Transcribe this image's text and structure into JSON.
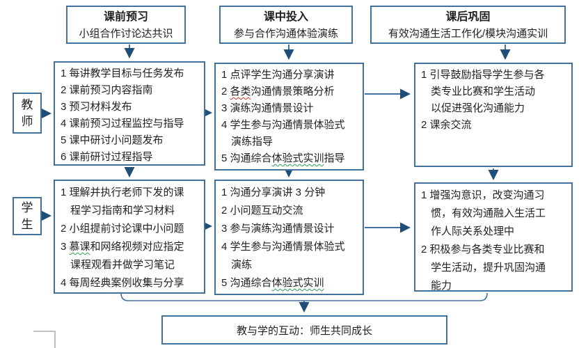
{
  "colors": {
    "box_border": "#41719c",
    "arrow_shaft": "#41719c",
    "arrow_head": "#1f4e79",
    "text": "#1f1f1f",
    "spellcheck_green": "#2e9e4f",
    "spellcheck_red": "#d93025",
    "fragment_gray": "#bfbfbf"
  },
  "headers": [
    {
      "title": "课前预习",
      "subtitle": "小组合作讨论达共识"
    },
    {
      "title": "课中投入",
      "subtitle": "参与合作沟通体验演练"
    },
    {
      "title": "课后巩固",
      "subtitle": "有效沟通生活工作化/模块沟通实训"
    }
  ],
  "row_labels": {
    "teacher": "教\n师",
    "student": "学\n生"
  },
  "teacher_cells": [
    {
      "lines": [
        {
          "segs": [
            {
              "t": "1 每讲教学目标与任务发布"
            }
          ]
        },
        {
          "segs": [
            {
              "t": "2 课前预习内容指南"
            }
          ]
        },
        {
          "segs": [
            {
              "t": "3 预习材料发布"
            }
          ]
        },
        {
          "segs": [
            {
              "t": "4 课前预习过程监控与指导"
            }
          ]
        },
        {
          "segs": [
            {
              "t": "5 课中研讨小问题发布"
            }
          ]
        },
        {
          "segs": [
            {
              "t": "6 课前研讨过程指导"
            }
          ]
        }
      ]
    },
    {
      "lines": [
        {
          "segs": [
            {
              "t": "1 点评学生沟通分享演讲"
            }
          ]
        },
        {
          "segs": [
            {
              "t": "2 "
            },
            {
              "t": "各类",
              "wavy": "red"
            },
            {
              "t": "沟通情景策略分析"
            }
          ]
        },
        {
          "segs": [
            {
              "t": "3 演练沟通情景设计"
            }
          ]
        },
        {
          "segs": [
            {
              "t": "4 学生参与沟通情景体验式"
            }
          ]
        },
        {
          "indent": true,
          "segs": [
            {
              "t": "演练指导"
            }
          ]
        },
        {
          "segs": [
            {
              "t": "5 沟通综合"
            },
            {
              "t": "体验式实训",
              "wavy": "green"
            },
            {
              "t": "指导"
            }
          ]
        }
      ]
    },
    {
      "lines": [
        {
          "segs": [
            {
              "t": "1 引导鼓励指导学生参与各"
            }
          ]
        },
        {
          "indent": true,
          "segs": [
            {
              "t": "类专业比赛和学生活动"
            }
          ]
        },
        {
          "indent": true,
          "segs": [
            {
              "t": "以促进强化沟通能力"
            }
          ]
        },
        {
          "segs": [
            {
              "t": "2 课余交流"
            }
          ]
        }
      ]
    }
  ],
  "student_cells": [
    {
      "lines": [
        {
          "segs": [
            {
              "t": "1 理解并执行老师下发的课"
            }
          ]
        },
        {
          "indent": true,
          "segs": [
            {
              "t": "程学习指南和学习材料"
            }
          ]
        },
        {
          "segs": [
            {
              "t": "2 小组提前讨论课中小问题"
            }
          ]
        },
        {
          "segs": [
            {
              "t": "3 "
            },
            {
              "t": "慕课",
              "wavy": "green"
            },
            {
              "t": "和网络视频对应指定"
            }
          ]
        },
        {
          "indent": true,
          "segs": [
            {
              "t": "课程观看并做学习笔记"
            }
          ]
        },
        {
          "segs": [
            {
              "t": "4 每周经典案例收集与分享"
            }
          ]
        }
      ]
    },
    {
      "lines": [
        {
          "segs": [
            {
              "t": "1 沟通分享演讲 3 分钟"
            }
          ]
        },
        {
          "segs": [
            {
              "t": "2 小问题互动交流"
            }
          ]
        },
        {
          "segs": [
            {
              "t": "3 参与演练沟通情景设计"
            }
          ]
        },
        {
          "segs": [
            {
              "t": "4 学生参与沟通情景体验式"
            }
          ]
        },
        {
          "indent": true,
          "segs": [
            {
              "t": "演练"
            }
          ]
        },
        {
          "segs": [
            {
              "t": "5 沟通综合"
            },
            {
              "t": "体验式实训",
              "wavy": "green"
            }
          ]
        }
      ]
    },
    {
      "lines": [
        {
          "segs": [
            {
              "t": "1 增强沟意识，改变沟通习"
            }
          ]
        },
        {
          "indent": true,
          "segs": [
            {
              "t": "惯，有效沟通融入生活工"
            }
          ]
        },
        {
          "indent": true,
          "segs": [
            {
              "t": "作人际关系处理中"
            }
          ]
        },
        {
          "segs": [
            {
              "t": "2 积极参与各类专业比赛和"
            }
          ]
        },
        {
          "indent": true,
          "segs": [
            {
              "t": "学生活动，提升巩固沟通"
            }
          ]
        },
        {
          "indent": true,
          "segs": [
            {
              "t": "能力"
            }
          ]
        }
      ]
    }
  ],
  "footer": {
    "text": "教与学的互动：师生共同成长"
  }
}
